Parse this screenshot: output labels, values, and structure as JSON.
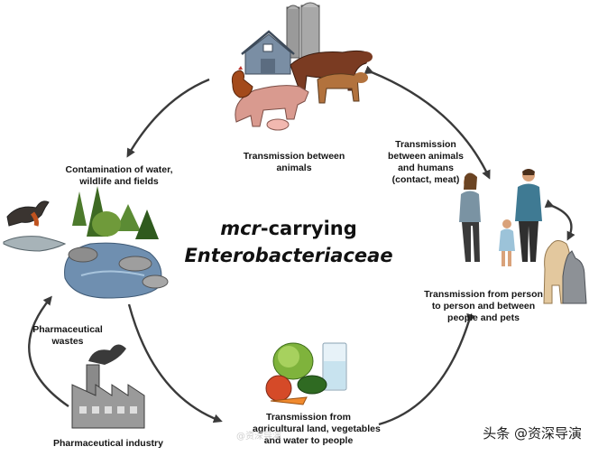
{
  "center_title": {
    "line1_italic": "mcr",
    "line1_rest": "-carrying",
    "line2": "Enterobacteriaceae"
  },
  "labels": {
    "animals": [
      "Transmission between",
      "animals"
    ],
    "animals_humans": [
      "Transmission",
      "between animals",
      "and humans",
      "(contact, meat)"
    ],
    "person_to_person": [
      "Transmission from person",
      "to person and between",
      "people and pets"
    ],
    "agriculture": [
      "Transmission from",
      "agricultural land, vegetables",
      "and water to people"
    ],
    "contamination": [
      "Contamination of water,",
      "wildlife and fields"
    ],
    "pharma_wastes": [
      "Pharmaceutical",
      "wastes"
    ],
    "pharma_industry": "Pharmaceutical industry"
  },
  "watermark": "头条 @资深导演",
  "watermark_faint": "@资深导演"
}
